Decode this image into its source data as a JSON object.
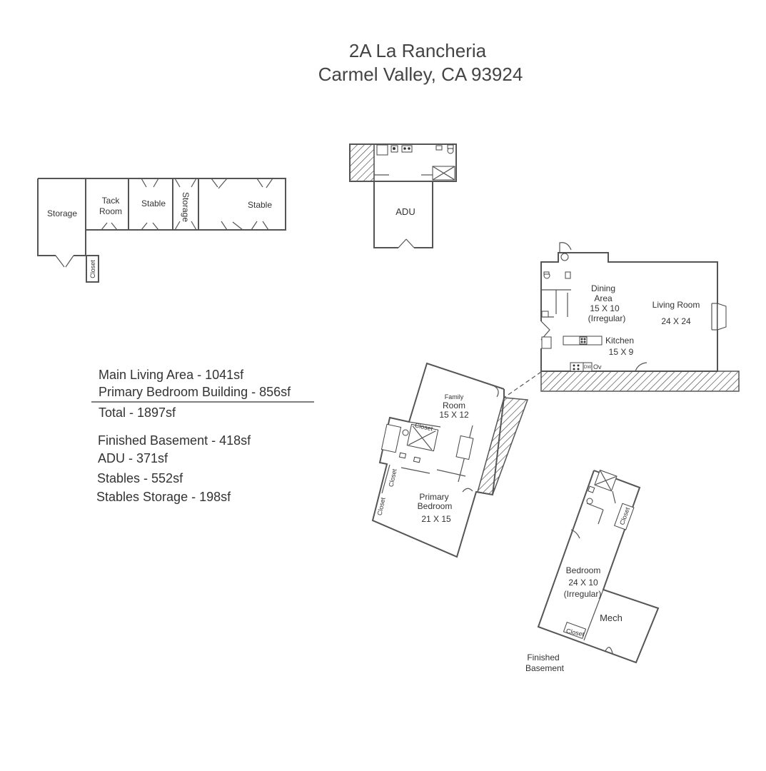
{
  "title": {
    "line1": "2A La Rancheria",
    "line2": "Carmel Valley, CA 93924"
  },
  "summary": {
    "main_living_area": "Main Living Area - 1041sf",
    "primary_bedroom_building": "Primary Bedroom Building - 856sf",
    "total": "Total - 1897sf",
    "finished_basement": "Finished Basement - 418sf",
    "adu": "ADU - 371sf",
    "stables": "Stables - 552sf",
    "stables_storage": "Stables Storage - 198sf"
  },
  "stables_building": {
    "storage": "Storage",
    "tack_room_line1": "Tack",
    "tack_room_line2": "Room",
    "stable_1": "Stable",
    "storage_vertical": "Storage",
    "stable_2": "Stable",
    "closet": "Closet"
  },
  "adu_building": {
    "label": "ADU"
  },
  "main_house": {
    "dining_line1": "Dining",
    "dining_line2": "Area",
    "dining_dims": "15 X 10",
    "dining_note": "(Irregular)",
    "living_room": "Living Room",
    "living_dims": "24 X 24",
    "kitchen": "Kitchen",
    "kitchen_dims": "15 X 9",
    "dw": "DW",
    "ov": "Ov"
  },
  "primary_building": {
    "family_line1": "Family",
    "family_line2": "Room",
    "family_dims": "15 X 12",
    "closet_a": "Closet",
    "closet_b": "Closet",
    "closet_c": "Closet",
    "primary_line1": "Primary",
    "primary_line2": "Bedroom",
    "primary_dims": "21 X 15"
  },
  "basement": {
    "bedroom": "Bedroom",
    "bedroom_dims": "24 X 10",
    "bedroom_note": "(Irregular)",
    "closet_a": "Closet",
    "closet_b": "Closet",
    "mech": "Mech",
    "caption_line1": "Finished",
    "caption_line2": "Basement"
  }
}
